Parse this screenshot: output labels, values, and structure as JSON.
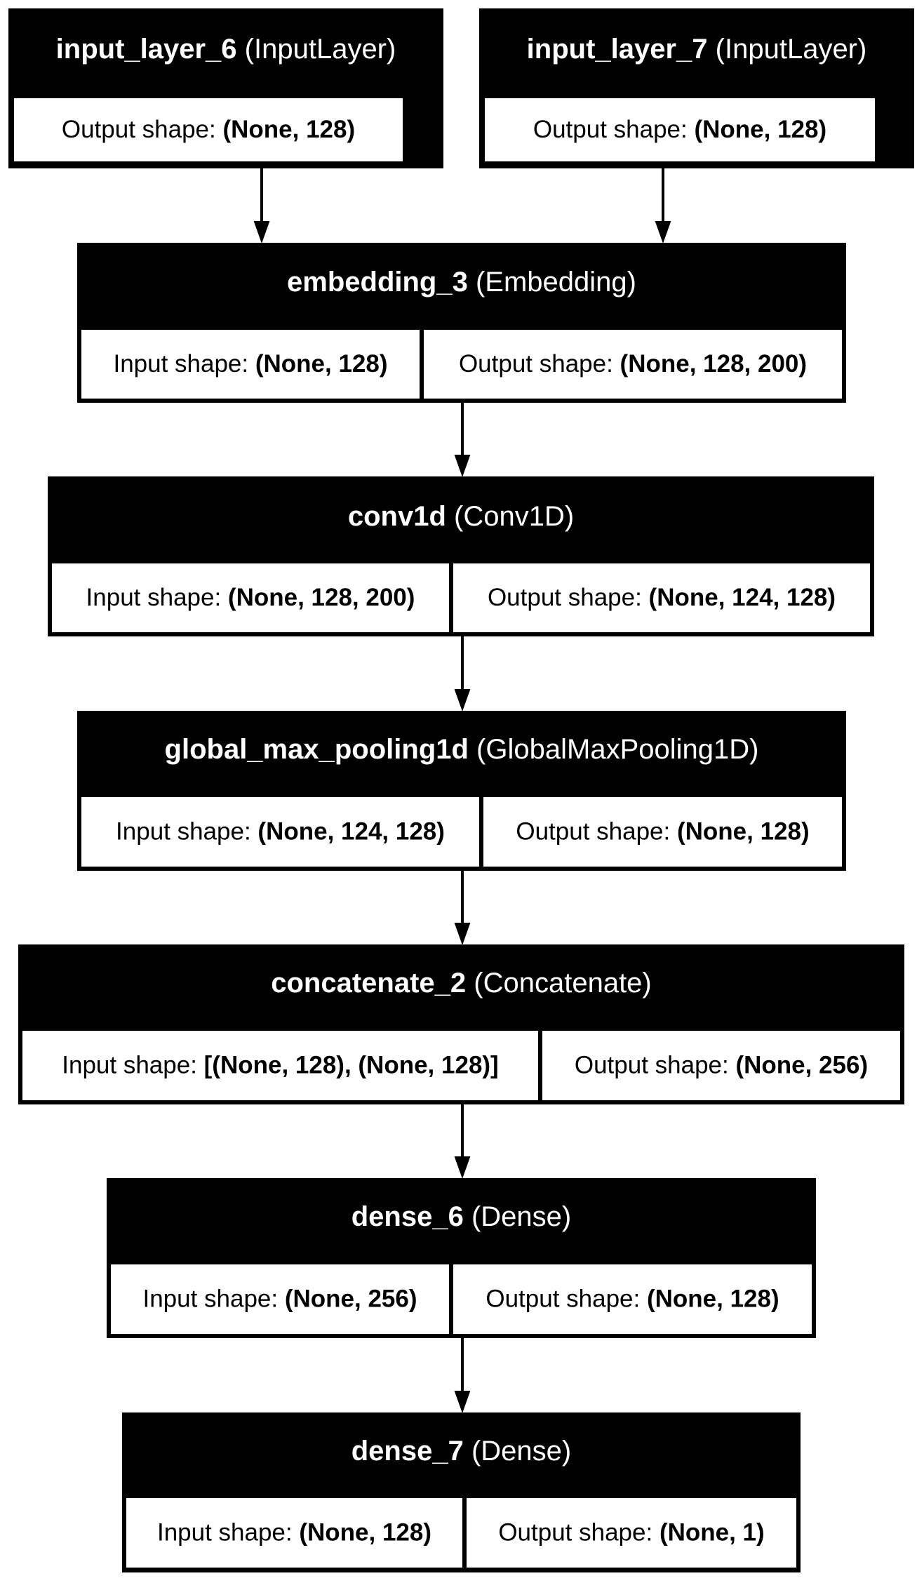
{
  "colors": {
    "node_fill": "#000000",
    "cell_fill": "#ffffff",
    "text_dark": "#000000",
    "text_light": "#ffffff",
    "edge": "#000000"
  },
  "nodes": [
    {
      "id": "input_layer_6",
      "name": "input_layer_6",
      "type": "(InputLayer)",
      "output_label": "Output shape:",
      "output_value": "(None, 128)"
    },
    {
      "id": "input_layer_7",
      "name": "input_layer_7",
      "type": "(InputLayer)",
      "output_label": "Output shape:",
      "output_value": "(None, 128)"
    },
    {
      "id": "embedding_3",
      "name": "embedding_3",
      "type": "(Embedding)",
      "input_label": "Input shape:",
      "input_value": "(None, 128)",
      "output_label": "Output shape:",
      "output_value": "(None, 128, 200)"
    },
    {
      "id": "conv1d",
      "name": "conv1d",
      "type": "(Conv1D)",
      "input_label": "Input shape:",
      "input_value": "(None, 128, 200)",
      "output_label": "Output shape:",
      "output_value": "(None, 124, 128)"
    },
    {
      "id": "global_max_pooling1d",
      "name": "global_max_pooling1d",
      "type": "(GlobalMaxPooling1D)",
      "input_label": "Input shape:",
      "input_value": "(None, 124, 128)",
      "output_label": "Output shape:",
      "output_value": "(None, 128)"
    },
    {
      "id": "concatenate_2",
      "name": "concatenate_2",
      "type": "(Concatenate)",
      "input_label": "Input shape:",
      "input_value": "[(None, 128), (None, 128)]",
      "output_label": "Output shape:",
      "output_value": "(None, 256)"
    },
    {
      "id": "dense_6",
      "name": "dense_6",
      "type": "(Dense)",
      "input_label": "Input shape:",
      "input_value": "(None, 256)",
      "output_label": "Output shape:",
      "output_value": "(None, 128)"
    },
    {
      "id": "dense_7",
      "name": "dense_7",
      "type": "(Dense)",
      "input_label": "Input shape:",
      "input_value": "(None, 128)",
      "output_label": "Output shape:",
      "output_value": "(None, 1)"
    }
  ],
  "edges": [
    {
      "from": "input_layer_6",
      "to": "embedding_3"
    },
    {
      "from": "input_layer_7",
      "to": "embedding_3"
    },
    {
      "from": "embedding_3",
      "to": "conv1d"
    },
    {
      "from": "conv1d",
      "to": "global_max_pooling1d"
    },
    {
      "from": "global_max_pooling1d",
      "to": "concatenate_2"
    },
    {
      "from": "concatenate_2",
      "to": "dense_6"
    },
    {
      "from": "dense_6",
      "to": "dense_7"
    }
  ]
}
